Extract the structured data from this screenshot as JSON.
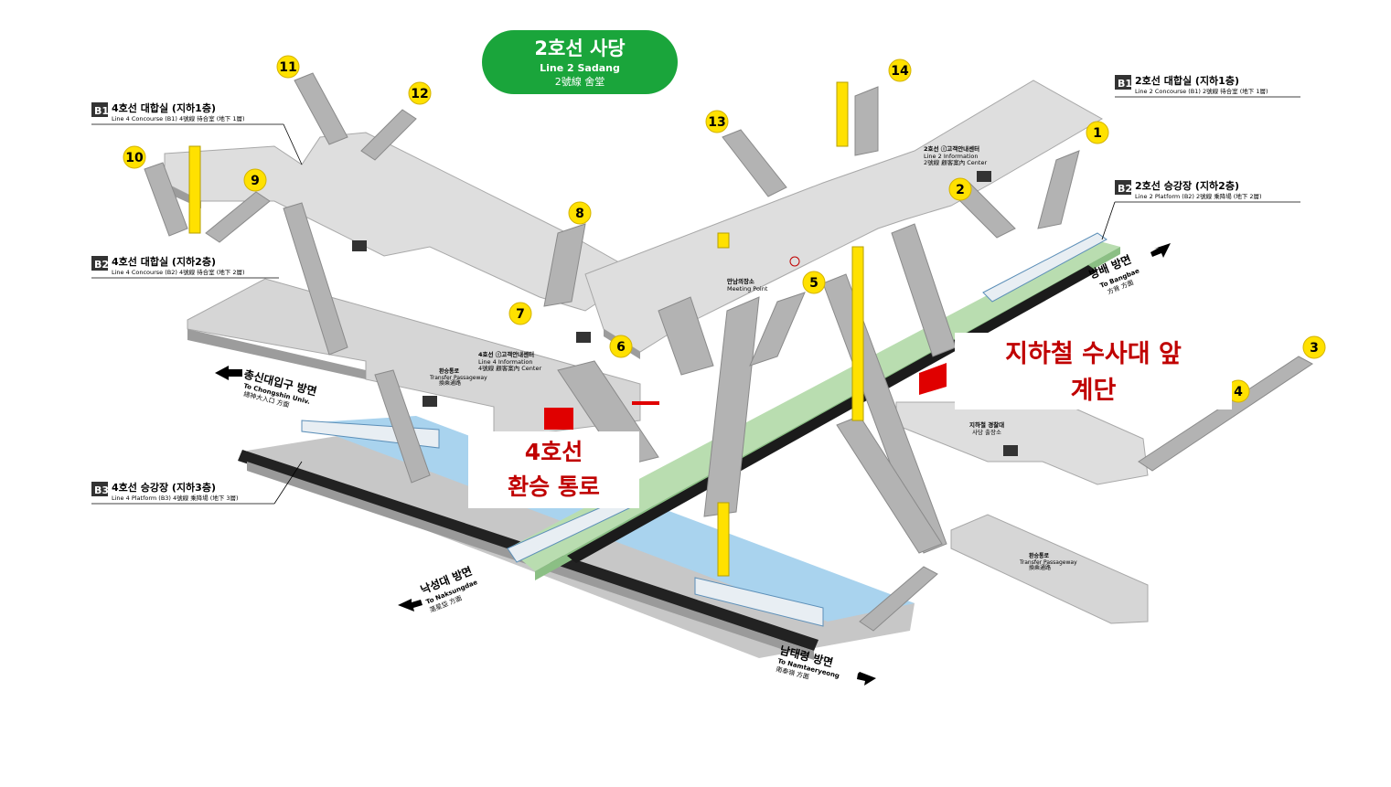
{
  "station": {
    "title": "2호선 사당",
    "subtitle_en": "Line 2 Sadang",
    "subtitle_hanja": "2號線 舍堂"
  },
  "levels": {
    "b1_line4": {
      "badge": "B1",
      "title": "4호선 대합실 (지하1층)",
      "sub": "Line 4 Concourse (B1) 4號線 待合室 (地下 1層)"
    },
    "b2_line4": {
      "badge": "B2",
      "title": "4호선 대합실 (지하2층)",
      "sub": "Line 4 Concourse (B2) 4號線 待合室 (地下 2層)"
    },
    "b3_line4": {
      "badge": "B3",
      "title": "4호선 승강장 (지하3층)",
      "sub": "Line 4 Platform (B3) 4號線 乘降場 (地下 3層)"
    },
    "b1_line2": {
      "badge": "B1",
      "title": "2호선 대합실 (지하1층)",
      "sub": "Line  2 Concourse (B1) 2號線 待合室 (地下 1層)"
    },
    "b2_line2": {
      "badge": "B2",
      "title": "2호선 승강장 (지하2층)",
      "sub": "Line 2 Platform (B2) 2號線 乘降場 (地下 2層)"
    }
  },
  "directions": {
    "chongshin": {
      "ko": "총신대입구 방면",
      "en": "To Chongshin Univ.",
      "hanja": "總神大入口 方面"
    },
    "naksungdae": {
      "ko": "낙성대 방면",
      "en": "To Naksungdae",
      "hanja": "落星垈 方面"
    },
    "namtaeryeong": {
      "ko": "남태령 방면",
      "en": "To Namtaeryeong",
      "hanja": "南泰嶺 方面"
    },
    "bangbae": {
      "ko": "방배 방면",
      "en": "To Bangbae",
      "hanja": "方背 方面"
    }
  },
  "exits": [
    "1",
    "2",
    "3",
    "4",
    "5",
    "6",
    "7",
    "8",
    "9",
    "10",
    "11",
    "12",
    "13",
    "14"
  ],
  "labels": {
    "line2_info": "2호선 ⓘ고객안내센터",
    "line2_info_en": "Line 2 Information",
    "line2_info_han": "2號線 顧客案內 Center",
    "line4_info": "4호선 ⓘ고객안내센터",
    "line4_info_en": "Line 4 Information",
    "line4_info_han": "4號線 顧客案內 Center",
    "meeting": "만남의장소",
    "meeting_en": "Meeting Point",
    "transfer": "환승통로",
    "transfer_en": "Transfer Passageway",
    "transfer_han": "換乘通路",
    "transfer2": "환승통로",
    "transfer2_en": "Transfer Passageway",
    "transfer2_han": "換乘通路",
    "police": "지하철 경찰대",
    "police_sub": "사당 출장소"
  },
  "callouts": {
    "line4_line1": "4호선",
    "line4_line2": "환승 통로",
    "police_line1": "지하철 수사대 앞",
    "police_line2": "계단"
  },
  "colors": {
    "line2_green": "#1aa53b",
    "line4_blue": "#a9d3ee",
    "platform_green": "#b9ddb0",
    "floor_gray": "#d9d9d9",
    "exit_yellow": "#ffe100",
    "highlight_red": "#e00000",
    "callout_text": "#c00000"
  }
}
